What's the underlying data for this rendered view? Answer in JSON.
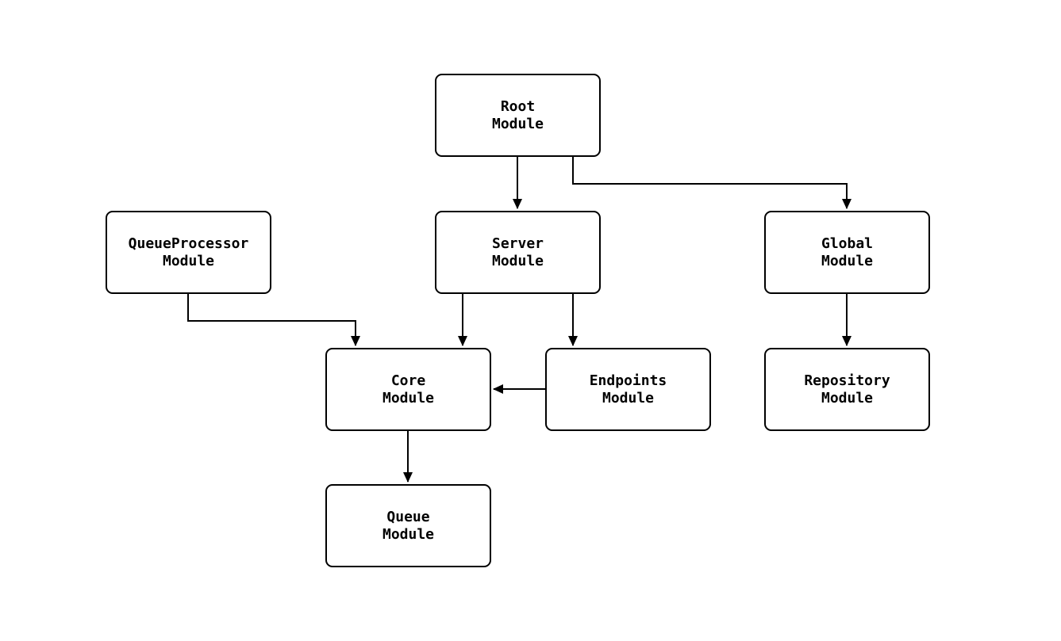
{
  "diagram": {
    "type": "flowchart",
    "direction": "top-down",
    "background_color": "#ffffff",
    "node_fill_color": "#ffffff",
    "node_border_color": "#000000",
    "edge_color": "#000000",
    "text_color": "#000000",
    "nodes": [
      {
        "id": "root",
        "line1": "Root",
        "line2": "Module"
      },
      {
        "id": "server",
        "line1": "Server",
        "line2": "Module"
      },
      {
        "id": "queueprocessor",
        "line1": "QueueProcessor",
        "line2": "Module"
      },
      {
        "id": "global",
        "line1": "Global",
        "line2": "Module"
      },
      {
        "id": "core",
        "line1": "Core",
        "line2": "Module"
      },
      {
        "id": "endpoints",
        "line1": "Endpoints",
        "line2": "Module"
      },
      {
        "id": "repository",
        "line1": "Repository",
        "line2": "Module"
      },
      {
        "id": "queue",
        "line1": "Queue",
        "line2": "Module"
      }
    ],
    "edges": [
      {
        "from": "root",
        "to": "server"
      },
      {
        "from": "root",
        "to": "global"
      },
      {
        "from": "queueprocessor",
        "to": "core"
      },
      {
        "from": "server",
        "to": "core"
      },
      {
        "from": "server",
        "to": "endpoints"
      },
      {
        "from": "endpoints",
        "to": "core"
      },
      {
        "from": "global",
        "to": "repository"
      },
      {
        "from": "core",
        "to": "queue"
      }
    ]
  }
}
